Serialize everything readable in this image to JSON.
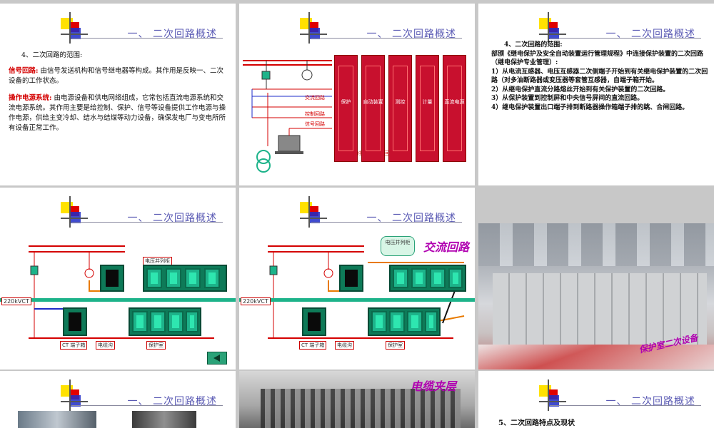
{
  "slide_title": "一、 二次回路概述",
  "s1": {
    "heading": "4、二次回路的范围:",
    "signal_term": "信号回路:",
    "signal_text": "由信号发送机构和信号继电器等构成。其作用是反映一、二次设备的工作状态。",
    "power_term": "操作电源系统:",
    "power_text": "由电源设备和供电网络组成，它常包括直流电源系统和交流电源系统。其作用主要是给控制、保护、信号等设备提供工作电源与操作电源，供给主变冷却、结水与结煤等动力设备，确保发电厂与变电所所有设备正常工作。"
  },
  "s2": {
    "cabinets": [
      "保护",
      "自动装置",
      "测控",
      "计量",
      "直流电源"
    ],
    "labels": [
      "交流回路",
      "控制回路",
      "信号回路",
      "主主变分接开关调节回路"
    ]
  },
  "s3": {
    "heading": "4、二次回路的范围:",
    "lines": [
      "部颁《继电保护及安全自动装置运行管理规程》中连接保护装置的二次回路（继电保护专业管理）:",
      "1）从电流互感器、电压互感器二次侧端子开始到有关继电保护装置的二次回路（对多油断路器或变压器等套管互感器，自端子箱开始。",
      "2）从继电保护直流分路熔丝开始到有关保护装置的二次回路。",
      "3）从保护装置到控制屏和中央信号屏间的直流回路。",
      "4）继电保护装置出口端子排到断路器操作箱端子排的跳、合闸回路。"
    ]
  },
  "s4": {
    "voltage": "220kVCT",
    "panel_label": "电压并列柜",
    "tags": [
      "CT 端子箱",
      "电缆沟",
      "保护室"
    ]
  },
  "s5": {
    "voltage": "220kVCT",
    "bubble": "电压并列柜",
    "ac_label": "交流回路",
    "tags": [
      "CT 端子箱",
      "电缆沟",
      "保护室"
    ]
  },
  "s6": {
    "caption": "保护室二次设备"
  },
  "s8": {
    "caption": "电缆夹层"
  },
  "s9": {
    "heading": "5、二次回路特点及现状"
  },
  "colors": {
    "accent_red": "#d40000",
    "title_blue": "#5a5ab4",
    "cabinet_red": "#c8102e",
    "cabinet_green": "#1db38a"
  }
}
